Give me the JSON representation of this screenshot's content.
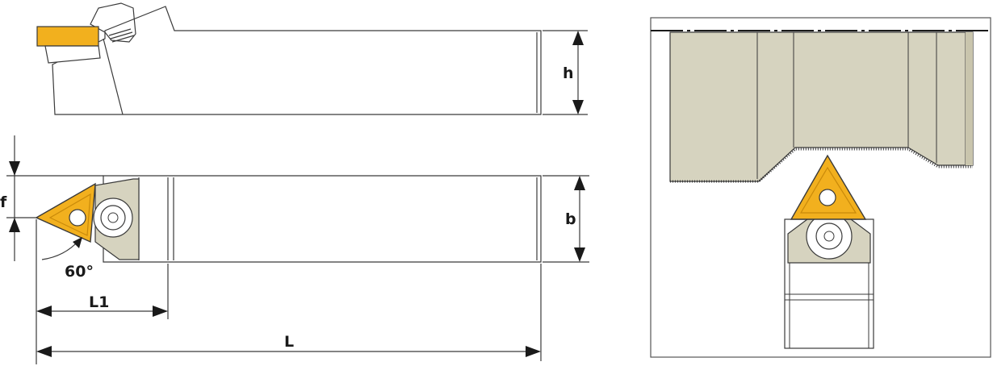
{
  "dimensions": {
    "h": "h",
    "b": "b",
    "f": "f",
    "L": "L",
    "L1": "L1",
    "angle": "60°"
  },
  "colors": {
    "insert": "#f2b01e",
    "insert_dark": "#c98a0a",
    "steel": "#d6d3bf",
    "steel_shadow": "#c9c5ad",
    "outline": "#3a3a3a",
    "panel_border": "#555555"
  }
}
